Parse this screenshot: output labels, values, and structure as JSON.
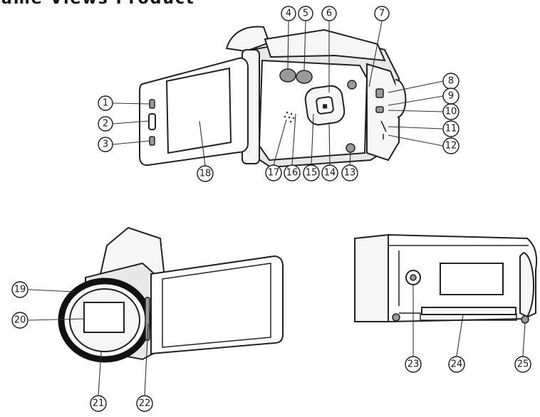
{
  "heading": "ame Views Product",
  "views": [
    {
      "id": "screen-open-view",
      "callouts": [
        "1",
        "2",
        "3",
        "4",
        "5",
        "6",
        "7",
        "8",
        "9",
        "10",
        "11",
        "12",
        "13",
        "14",
        "15",
        "16",
        "17",
        "18"
      ]
    },
    {
      "id": "front-lens-view",
      "callouts": [
        "19",
        "20",
        "21",
        "22"
      ]
    },
    {
      "id": "bottom-view",
      "callouts": [
        "23",
        "24",
        "25"
      ]
    }
  ]
}
